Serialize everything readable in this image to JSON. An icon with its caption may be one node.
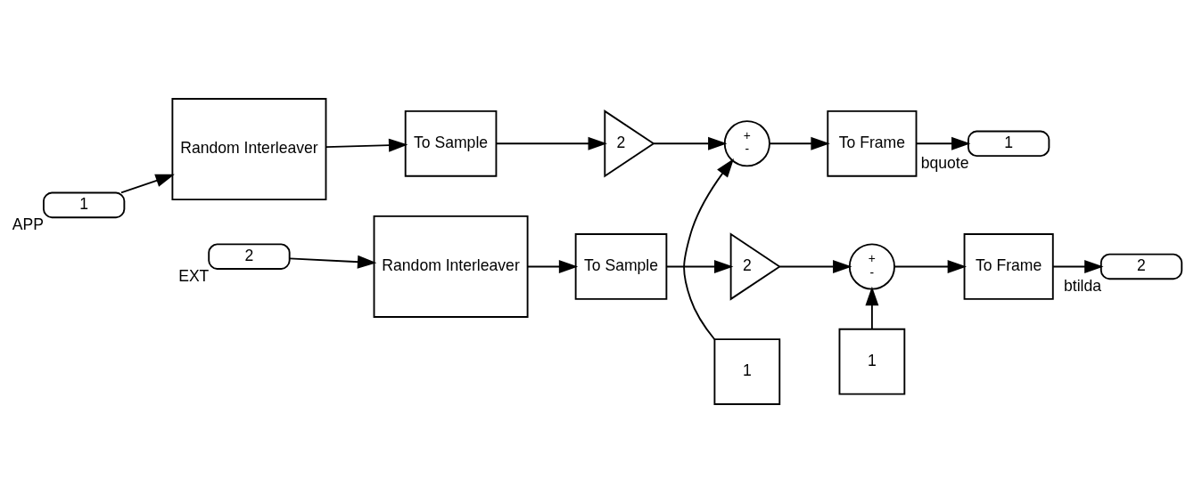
{
  "diagram": {
    "nodes": [
      {
        "text": [
          "1"
        ],
        "beside": [
          "APP"
        ]
      },
      {
        "text": [
          "Random Interleaver"
        ]
      },
      {
        "text": [
          "To Sample"
        ]
      },
      {
        "text": [
          "2"
        ]
      },
      {
        "text": [
          "+",
          "-"
        ]
      },
      {
        "text": [
          "1"
        ]
      },
      {
        "text": [
          "To Frame"
        ]
      },
      {
        "text": [
          "1"
        ],
        "beside": [
          "bquote"
        ]
      },
      {
        "text": [
          "2"
        ],
        "beside": [
          "EXT"
        ]
      },
      {
        "text": [
          "Random Interleaver"
        ]
      },
      {
        "text": [
          "To Sample"
        ]
      },
      {
        "text": [
          "2"
        ]
      },
      {
        "text": [
          "+",
          "-"
        ]
      },
      {
        "text": [
          "1"
        ]
      },
      {
        "text": [
          "To Frame"
        ]
      },
      {
        "text": [
          "2"
        ],
        "beside": [
          "btilda"
        ]
      }
    ],
    "edges": [
      {
        "from": 0,
        "to": 1,
        "arrow": "to"
      },
      {
        "from": 1,
        "to": 2,
        "arrow": "to"
      },
      {
        "from": 2,
        "to": 3,
        "arrow": "to"
      },
      {
        "from": 3,
        "to": 4,
        "arrow": "to"
      },
      {
        "from": 5,
        "to": 4,
        "arrow": "to"
      },
      {
        "from": 4,
        "to": 6,
        "arrow": "to"
      },
      {
        "from": 6,
        "to": 7,
        "arrow": "to"
      },
      {
        "from": 8,
        "to": 9,
        "arrow": "to"
      },
      {
        "from": 9,
        "to": 10,
        "arrow": "to"
      },
      {
        "from": 10,
        "to": 11,
        "arrow": "to"
      },
      {
        "from": 11,
        "to": 12,
        "arrow": "to"
      },
      {
        "from": 13,
        "to": 12,
        "arrow": "to"
      },
      {
        "from": 12,
        "to": 14,
        "arrow": "to"
      },
      {
        "from": 14,
        "to": 15,
        "arrow": "to"
      }
    ]
  }
}
